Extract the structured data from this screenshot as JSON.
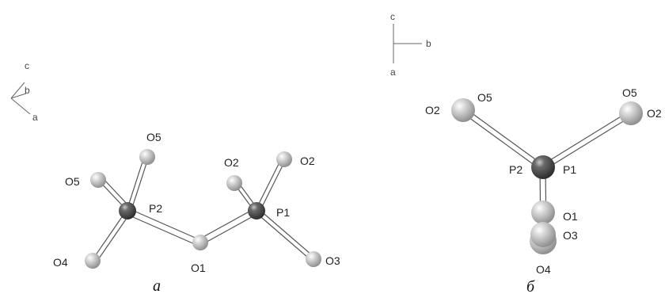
{
  "panels": [
    {
      "id": "a",
      "label": "a",
      "axes": {
        "c": "c",
        "b": "b",
        "a": "a"
      },
      "atoms": {
        "P2": "P2",
        "P1": "P1",
        "O1": "O1",
        "O5_top": "O5",
        "O5_left": "O5",
        "O2_left": "O2",
        "O2_right": "O2",
        "O4": "O4",
        "O3": "O3"
      }
    },
    {
      "id": "b",
      "label": "б",
      "axes": {
        "c": "c",
        "b": "b",
        "a": "a"
      },
      "atoms": {
        "O2_left": "O2",
        "O5_left": "O5",
        "O5_right": "O5",
        "O2_right": "O2",
        "P2": "P2",
        "P1": "P1",
        "O1": "O1",
        "O3": "O3",
        "O4": "O4"
      }
    }
  ],
  "colors": {
    "phosphorus": "#595959",
    "oxygen": "#bdbdbd",
    "bond": "#555555"
  }
}
